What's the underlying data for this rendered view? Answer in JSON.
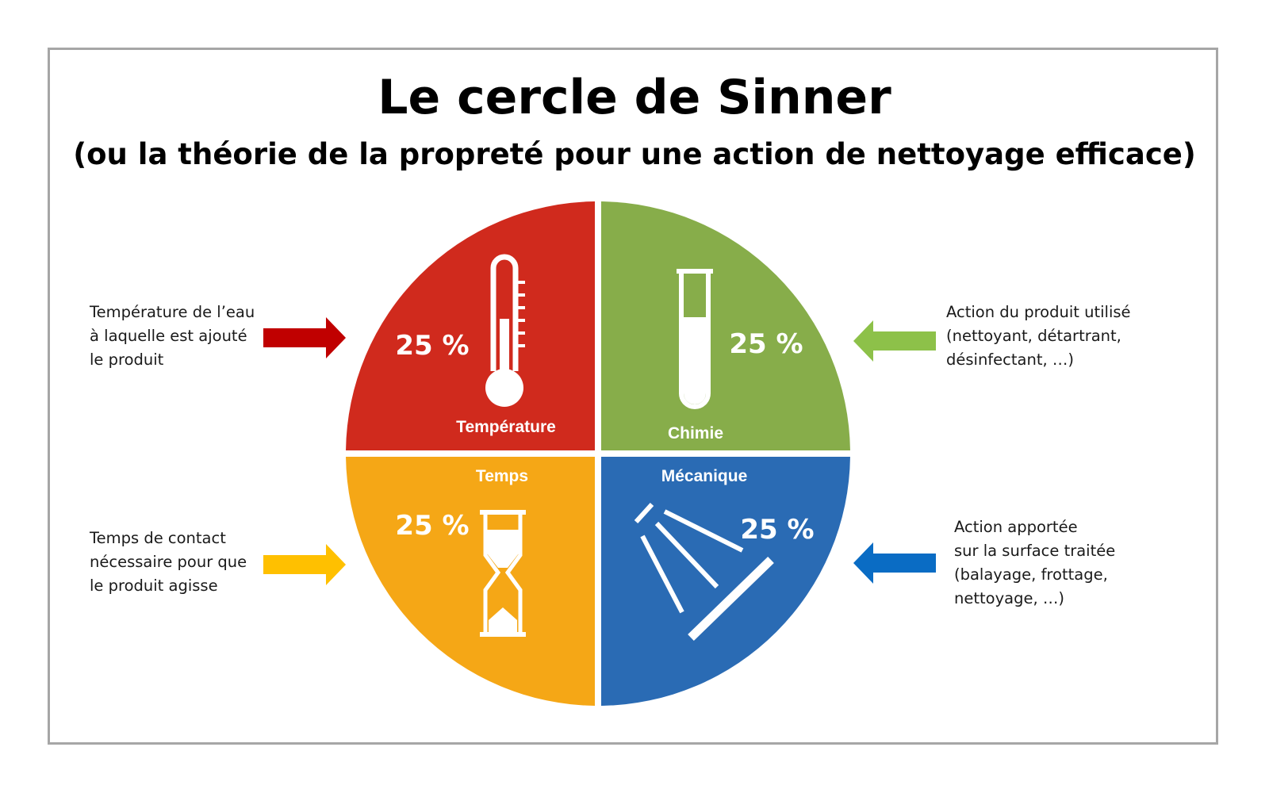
{
  "title": "Le cercle de Sinner",
  "subtitle": "(ou la théorie de la propreté pour une action de nettoyage efficace)",
  "quadrants": {
    "temperature": {
      "label": "Température",
      "percent": "25 %",
      "color": "#d02a1d",
      "icon": "thermometer-icon"
    },
    "chimie": {
      "label": "Chimie",
      "percent": "25 %",
      "color": "#87ad4a",
      "icon": "test-tube-icon"
    },
    "temps": {
      "label": "Temps",
      "percent": "25 %",
      "color": "#f5a716",
      "icon": "hourglass-icon"
    },
    "mecanique": {
      "label": "Mécanique",
      "percent": "25 %",
      "color": "#2a6bb4",
      "icon": "brush-strokes-icon"
    }
  },
  "notes": {
    "temperature": [
      "Température de l’eau",
      "à laquelle est ajouté",
      "le produit"
    ],
    "chimie": [
      "Action du produit utilisé",
      "(nettoyant, détartrant,",
      "désinfectant, …)"
    ],
    "temps": [
      "Temps de contact",
      "nécessaire pour que",
      "le produit agisse"
    ],
    "mecanique": [
      "Action apportée",
      "sur la surface traitée",
      "(balayage, frottage,",
      "nettoyage, …)"
    ]
  },
  "arrows": {
    "temperature": "#c00000",
    "chimie": "#8dc149",
    "temps": "#ffc000",
    "mecanique": "#0a6cc4"
  }
}
